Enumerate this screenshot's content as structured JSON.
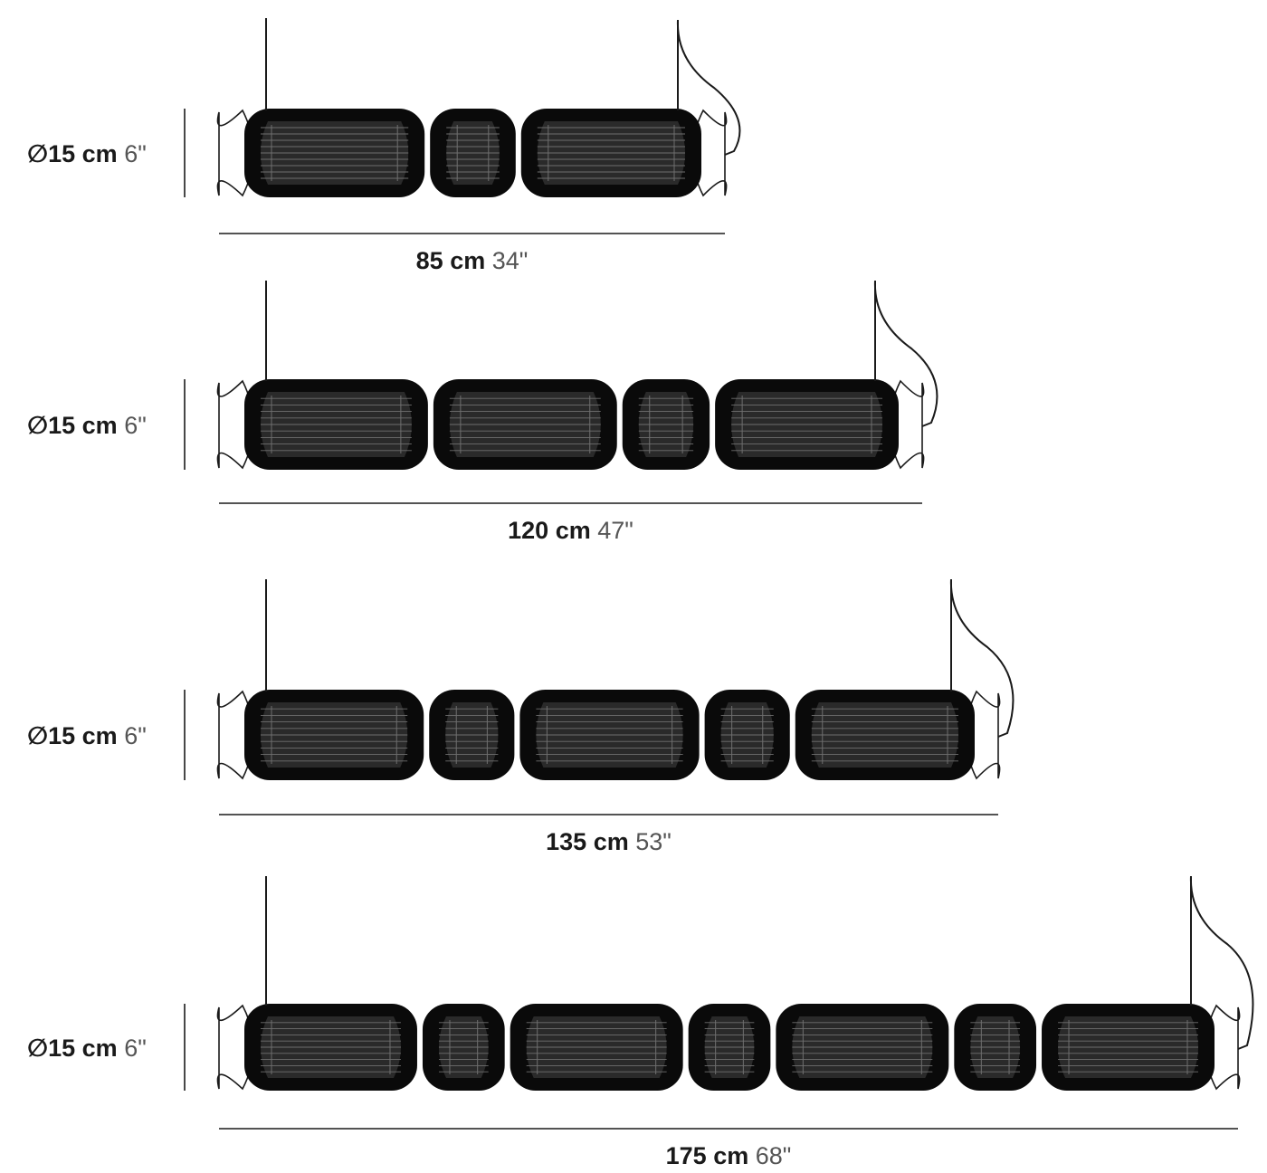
{
  "colors": {
    "module_fill": "#0a0a0a",
    "module_inner": "#2a2a2a",
    "slat_line": "#6f6f6f",
    "line": "#1a1a1a",
    "imperial_text": "#555555"
  },
  "variants": [
    {
      "id": "85",
      "diameter": {
        "symbol": "∅",
        "metric": "15 cm",
        "imperial": "6\""
      },
      "length": {
        "metric": "85 cm",
        "imperial": "34\""
      },
      "modules": [
        "long",
        "short",
        "long"
      ]
    },
    {
      "id": "120",
      "diameter": {
        "symbol": "∅",
        "metric": "15 cm",
        "imperial": "6\""
      },
      "length": {
        "metric": "120 cm",
        "imperial": "47\""
      },
      "modules": [
        "long",
        "long",
        "short",
        "long"
      ]
    },
    {
      "id": "135",
      "diameter": {
        "symbol": "∅",
        "metric": "15 cm",
        "imperial": "6\""
      },
      "length": {
        "metric": "135 cm",
        "imperial": "53\""
      },
      "modules": [
        "long",
        "short",
        "long",
        "short",
        "long"
      ]
    },
    {
      "id": "175",
      "diameter": {
        "symbol": "∅",
        "metric": "15 cm",
        "imperial": "6\""
      },
      "length": {
        "metric": "175 cm",
        "imperial": "68\""
      },
      "modules": [
        "long",
        "short",
        "long",
        "short",
        "long",
        "short",
        "long"
      ]
    }
  ]
}
